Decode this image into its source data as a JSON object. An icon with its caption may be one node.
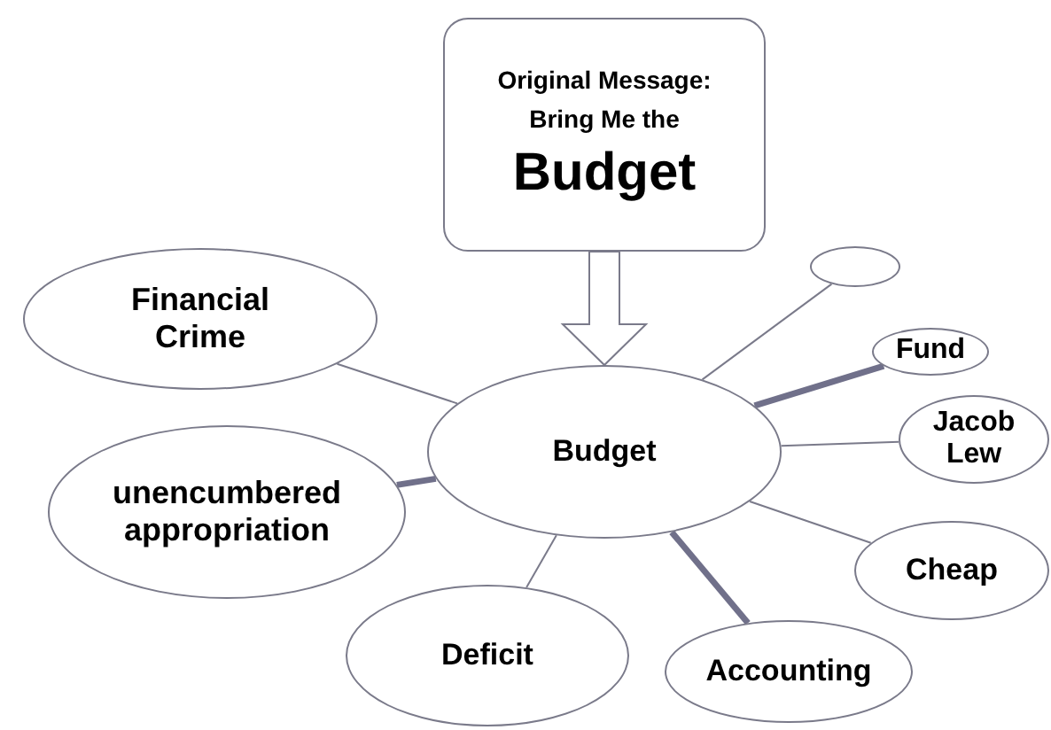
{
  "diagram": {
    "nodes": [
      {
        "text": [
          "Original Message:",
          "Bring Me the",
          "Budget"
        ]
      },
      {
        "text": [
          "Financial Crime"
        ]
      },
      {
        "text": [],
        "shape": "circle"
      },
      {
        "text": [
          "Fund"
        ]
      },
      {
        "text": [
          "Budget"
        ]
      },
      {
        "text": [
          "Jacob Lew"
        ]
      },
      {
        "text": [
          "unencumbered appropriation"
        ]
      },
      {
        "text": [
          "Cheap"
        ]
      },
      {
        "text": [
          "Deficit"
        ]
      },
      {
        "text": [
          "Accounting"
        ]
      }
    ],
    "edges": [
      {
        "from": 0,
        "to": 4,
        "arrow": "to"
      },
      {
        "from": 4,
        "to": 1,
        "arrow": "none"
      },
      {
        "from": 4,
        "to": 2,
        "arrow": "none"
      },
      {
        "from": 4,
        "to": 3,
        "arrow": "none",
        "style": "thick"
      },
      {
        "from": 4,
        "to": 5,
        "arrow": "none"
      },
      {
        "from": 4,
        "to": 6,
        "arrow": "none",
        "style": "thick"
      },
      {
        "from": 4,
        "to": 7,
        "arrow": "none"
      },
      {
        "from": 4,
        "to": 8,
        "arrow": "none"
      },
      {
        "from": 4,
        "to": 9,
        "arrow": "none",
        "style": "thick"
      }
    ]
  }
}
